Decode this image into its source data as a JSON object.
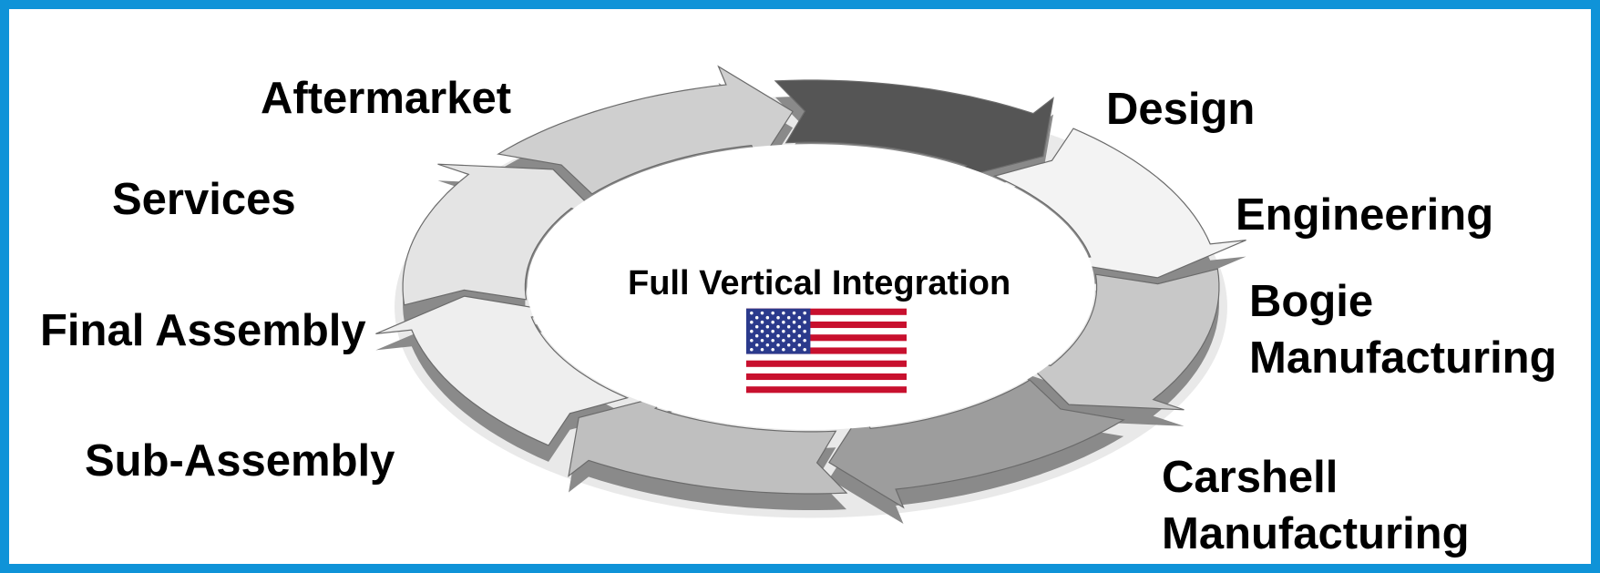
{
  "center": {
    "title": "Full Vertical Integration",
    "flag_icon": "us-flag-icon"
  },
  "stages": [
    {
      "id": "design",
      "label": "Design",
      "shade": "#555555"
    },
    {
      "id": "engineering",
      "label": "Engineering",
      "shade": "#f3f3f3"
    },
    {
      "id": "bogie",
      "label": "Bogie\nManufacturing",
      "shade": "#c8c8c8"
    },
    {
      "id": "carshell",
      "label": "Carshell\nManufacturing",
      "shade": "#9d9d9d"
    },
    {
      "id": "sub-assembly",
      "label": "Sub-Assembly",
      "shade": "#bfbfbf"
    },
    {
      "id": "final-assembly",
      "label": "Final Assembly",
      "shade": "#eeeeee"
    },
    {
      "id": "services",
      "label": "Services",
      "shade": "#e4e4e4"
    },
    {
      "id": "aftermarket",
      "label": "Aftermarket",
      "shade": "#cfcfcf"
    }
  ],
  "colors": {
    "frame": "#0f93d8",
    "flag_red": "#c8102e",
    "flag_blue": "#2b3a8c"
  }
}
